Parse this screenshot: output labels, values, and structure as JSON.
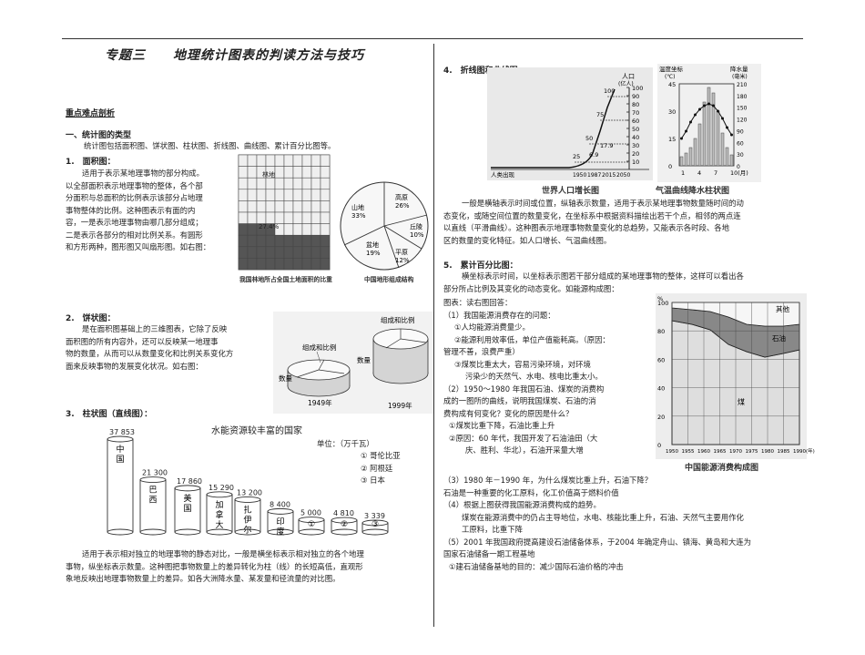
{
  "title": "专题三　　地理统计图表的判读方法与技巧",
  "section_heading": "重点难点剖析",
  "s1": {
    "heading": "一、统计图的类型",
    "intro": "统计图包括面积图、饼状图、柱状图、折线图、曲线图、累计百分比图等。",
    "area": {
      "heading": "1.　面积图：",
      "lines": [
        "适用于表示某地理事物的部分构成。",
        "以全部面积表示地理事物的整体，各个部",
        "分面积与总面积的比例表示该部分占地理",
        "事物整体的比例。这种图表示有面的内",
        "容，一是表示地理事物由哪几部分组成；",
        "二是表示各部分的相对比例关系。有圆形",
        "和方形两种，图形图又叫扇形图。如右图："
      ],
      "grid_label_top": "林地",
      "grid_label_pct": "27.4%",
      "grid_caption": "我国林地所占全国土地面积的比重",
      "pie_caption": "中国地形组成结构",
      "pie": [
        {
          "name": "高原",
          "pct": "26%"
        },
        {
          "name": "山地",
          "pct": "33%"
        },
        {
          "name": "丘陵",
          "pct": "10%"
        },
        {
          "name": "平原",
          "pct": "12%"
        },
        {
          "name": "盆地",
          "pct": "19%"
        }
      ]
    },
    "pie3d": {
      "heading": "2.　饼状图：",
      "lines": [
        "是在面积图基础上的三维图表，它除了反映",
        "面积图的所有内容外，还可以反映某一地理事",
        "物的数量，从而可以从数量变化和比例关系变化方",
        "面来反映事物的发展变化状况。如右图："
      ],
      "label_a": "组成和比例",
      "label_b": "数量",
      "label_c": "组成和比例",
      "label_d": "数量",
      "year_a": "1949年",
      "year_b": "1999年"
    },
    "bar": {
      "heading": "3.　柱状图（直线图）：",
      "chart_title": "水能资源较丰富的国家",
      "unit": "单位：（万千瓦）",
      "legend": [
        "① 哥伦比亚",
        "② 阿根廷",
        "③ 日本"
      ],
      "lines": [
        "适用于表示相对独立的地理事物的静态对比，一般是横坐标表示相对独立的各个地理",
        "事物，纵坐标表示数量。这种图把事物数量上的差异转化为柱（线）的长短高低，直观形",
        "象地反映出地理事物数量上的差异。如各大洲降水量、某发量和径流量的对比图。"
      ]
    }
  },
  "right": {
    "line_heading": "4.　折线图和曲线图：",
    "pop_caption": "世界人口增长图",
    "pop_unit": "人口",
    "pop_unit2": "(亿人)",
    "pop_origin": "人类出现",
    "climate_caption": "气温曲线降水柱状图",
    "temp_axis": "温度坐标",
    "temp_unit": "(℃)",
    "rain_axis": "降水量",
    "rain_unit": "(毫米)",
    "line_text": [
      "一般是横轴表示时间或位置，纵轴表示数量，适用于表示某地理事物数量随时间的动",
      "态变化，或随空间位置的数量变化，在坐标系中根据资料描绘出若干个点，相邻的两点连",
      "以直线（平滑曲线）。这种图表示地理事物数量变化的总趋势，又能表示各时段、各地",
      "区的数量的变化特征。如人口增长、气温曲线图。"
    ],
    "cum_heading": "5.　累计百分比图：",
    "cum_text": [
      "横坐标表示时间，以坐标表示图若干部分组成的某地理事物的整体，这样可以看出各",
      "部分所占比例及其变化的动态变化。如能源构成图："
    ],
    "q_intro": "图表：读右图回答：",
    "q1": "（1）我国能源消费存在的问题：",
    "q1a": "①人均能源消费量少。",
    "q1b": "②能源利用效率低，单位产值能耗高。（原因：",
    "q1b2": "管理不善，浪费严重）",
    "q1c": "③煤炭比重太大，容易污染环境，对环境",
    "q1c2": "污染少的天然气、水电、核电比重太小。",
    "q2": "（2）1950～1980 年我国石油、煤炭的消费构",
    "q2b": "成的一图所的曲线，说明我国煤炭、石油的消",
    "q2c": "费构成有何变化？变化的原因是什么？",
    "q2a1": "①煤炭比重下降，石油比重上升",
    "q2a2": "②原因：60 年代，我国开发了石油油田（大",
    "q2a3": "庆、胜利、华北），石油开采量大增",
    "q3": "（3）1980 年－1990 年，为什么煤炭比重上升，石油下降？",
    "q3a": "石油是一种重要的化工原料，化工价值高于燃料价值",
    "q4": "（4）根据上图获得我国能源消费构成的趋势。",
    "q4a": "煤炭在能源消费中的仍占主导地位，水电、核能比重上升，石油、天然气主要用作化",
    "q4b": "工原料，比重下降",
    "q5": "（5）2001 年我国政府提高建设石油储备体系，于2004 年确定舟山、镇海、黄岛和大连为",
    "q5b": "国家石油储备一期工程基地",
    "q5c": "①建石油储备基地的目的：减少国际石油价格的冲击",
    "energy_caption": "中国能源消费构成图",
    "energy_labels": {
      "other": "其他",
      "oil": "石油",
      "coal": "煤"
    }
  },
  "chart_data": [
    {
      "type": "bar",
      "title": "水能资源较丰富的国家",
      "ylabel": "单位：（万千瓦）",
      "categories": [
        "中国",
        "巴西",
        "美国",
        "加拿大",
        "扎伊尔",
        "印度",
        "①",
        "②",
        "③"
      ],
      "values": [
        37853,
        21300,
        17860,
        15290,
        13200,
        8400,
        5000,
        4810,
        3339
      ],
      "value_labels": [
        "37 853",
        "21 300",
        "17 860",
        "15 290",
        "13 200",
        "8 400",
        "5 000",
        "4 810",
        "3 339"
      ]
    },
    {
      "type": "line",
      "title": "世界人口增长图",
      "x": [
        "1950",
        "1987",
        "2015",
        "2050"
      ],
      "values": [
        25,
        50,
        75,
        100
      ],
      "y_ticks": [
        "10",
        "20",
        "30",
        "40",
        "50",
        "60",
        "70",
        "80",
        "90",
        "100"
      ],
      "annotations": [
        "6.9",
        "17.9",
        "25",
        "50",
        "75",
        "100"
      ]
    },
    {
      "type": "line",
      "title": "气温曲线降水柱状图",
      "x_ticks": [
        "1",
        "4",
        "7",
        "10(月)"
      ],
      "temp_ticks": [
        "0",
        "15",
        "30",
        "45"
      ],
      "rain_ticks": [
        "0",
        "30",
        "60",
        "90",
        "120",
        "150",
        "180",
        "210"
      ]
    },
    {
      "type": "area",
      "title": "中国能源消费构成图",
      "x": [
        "1950",
        "1955",
        "1960",
        "1965",
        "1970",
        "1975",
        "1980",
        "1985",
        "1990(年)"
      ],
      "y_ticks": [
        "0",
        "20",
        "40",
        "60",
        "80",
        "100"
      ],
      "y_unit": "%",
      "series": [
        {
          "name": "煤"
        },
        {
          "name": "石油"
        },
        {
          "name": "其他"
        }
      ]
    }
  ]
}
